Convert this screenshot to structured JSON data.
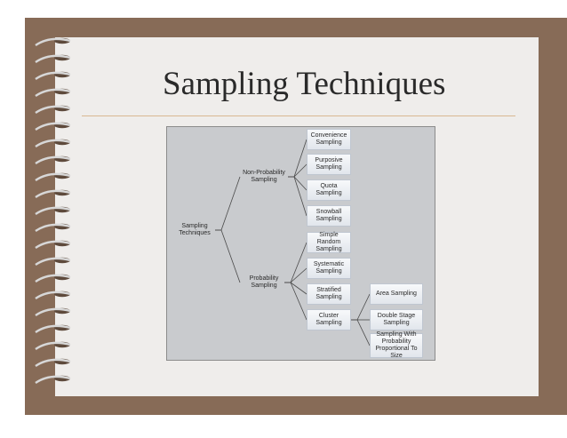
{
  "slide": {
    "title": "Sampling Techniques"
  },
  "diagram": {
    "root": "Sampling Techniques",
    "non_probability": {
      "label": "Non-Probability Sampling",
      "children": [
        "Convenience Sampling",
        "Purposive Sampling",
        "Quota Sampling",
        "Snowball Sampling"
      ]
    },
    "probability": {
      "label": "Probability Sampling",
      "children": [
        "Simple Random Sampling",
        "Systematic Sampling",
        "Stratified Sampling",
        "Cluster Sampling"
      ]
    },
    "cluster": {
      "children": [
        "Area Sampling",
        "Double Stage Sampling",
        "Sampling With Probability Proportional To Size"
      ]
    }
  },
  "colors": {
    "frame": "#876b57",
    "slide_background": "#efedeb",
    "accent_rule": "#d9b892",
    "diagram_background": "#c9cbce",
    "connector": "#4a4a4a"
  }
}
